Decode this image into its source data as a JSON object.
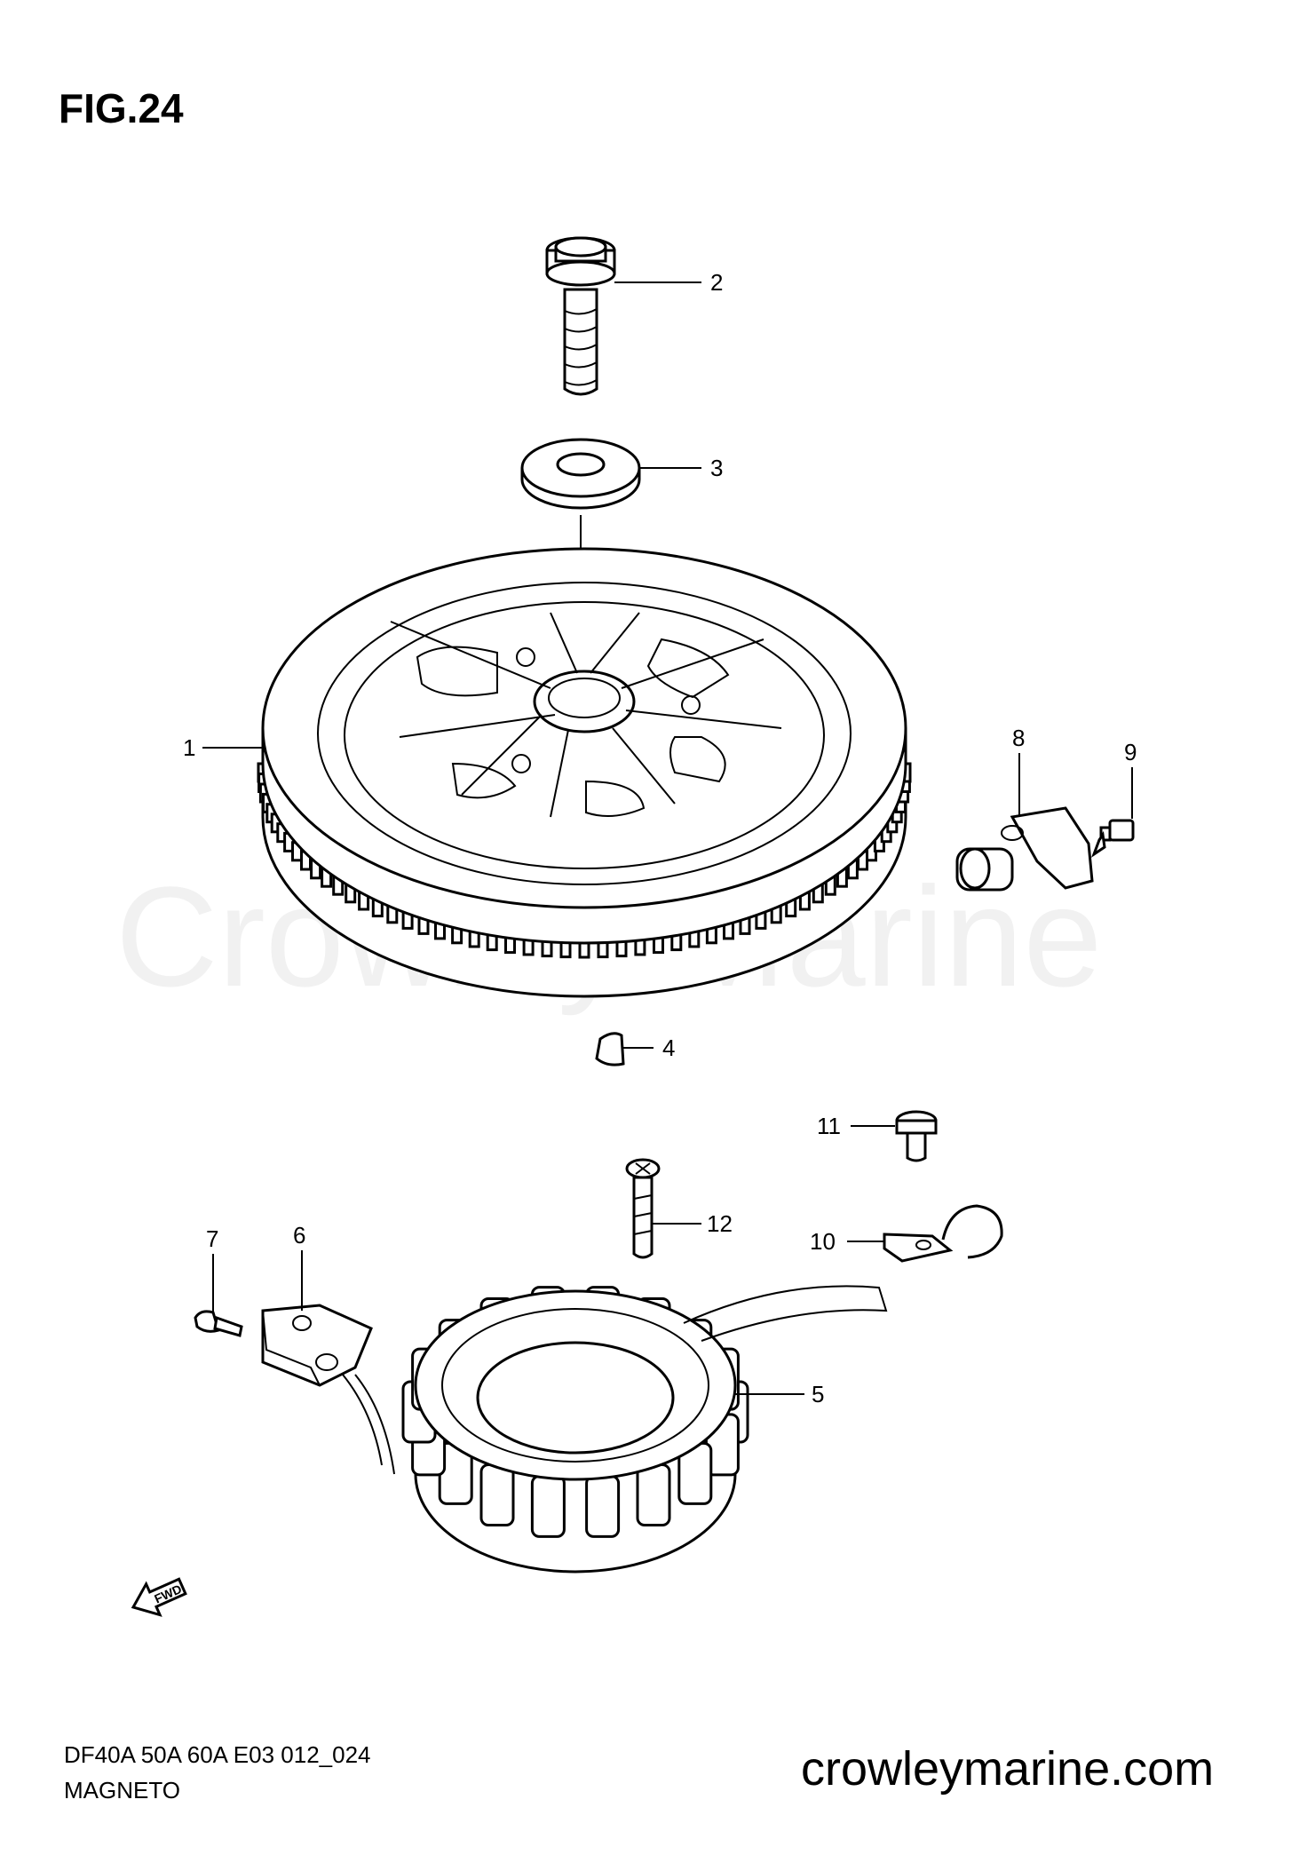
{
  "figure": {
    "title": "FIG.24"
  },
  "watermark": "Crowley Marine",
  "footer": {
    "model_code": "DF40A 50A 60A E03 012_024",
    "section_name": "MAGNETO",
    "website": "crowleymarine.com"
  },
  "direction_marker": "FWD",
  "callouts": [
    {
      "number": "1",
      "part": "flywheel"
    },
    {
      "number": "2",
      "part": "flywheel-bolt"
    },
    {
      "number": "3",
      "part": "washer"
    },
    {
      "number": "4",
      "part": "key"
    },
    {
      "number": "5",
      "part": "stator"
    },
    {
      "number": "6",
      "part": "pulser-coil"
    },
    {
      "number": "7",
      "part": "pulser-screw"
    },
    {
      "number": "8",
      "part": "sensor"
    },
    {
      "number": "9",
      "part": "sensor-bolt"
    },
    {
      "number": "10",
      "part": "clamp"
    },
    {
      "number": "11",
      "part": "clamp-bolt"
    },
    {
      "number": "12",
      "part": "stator-screw"
    }
  ]
}
